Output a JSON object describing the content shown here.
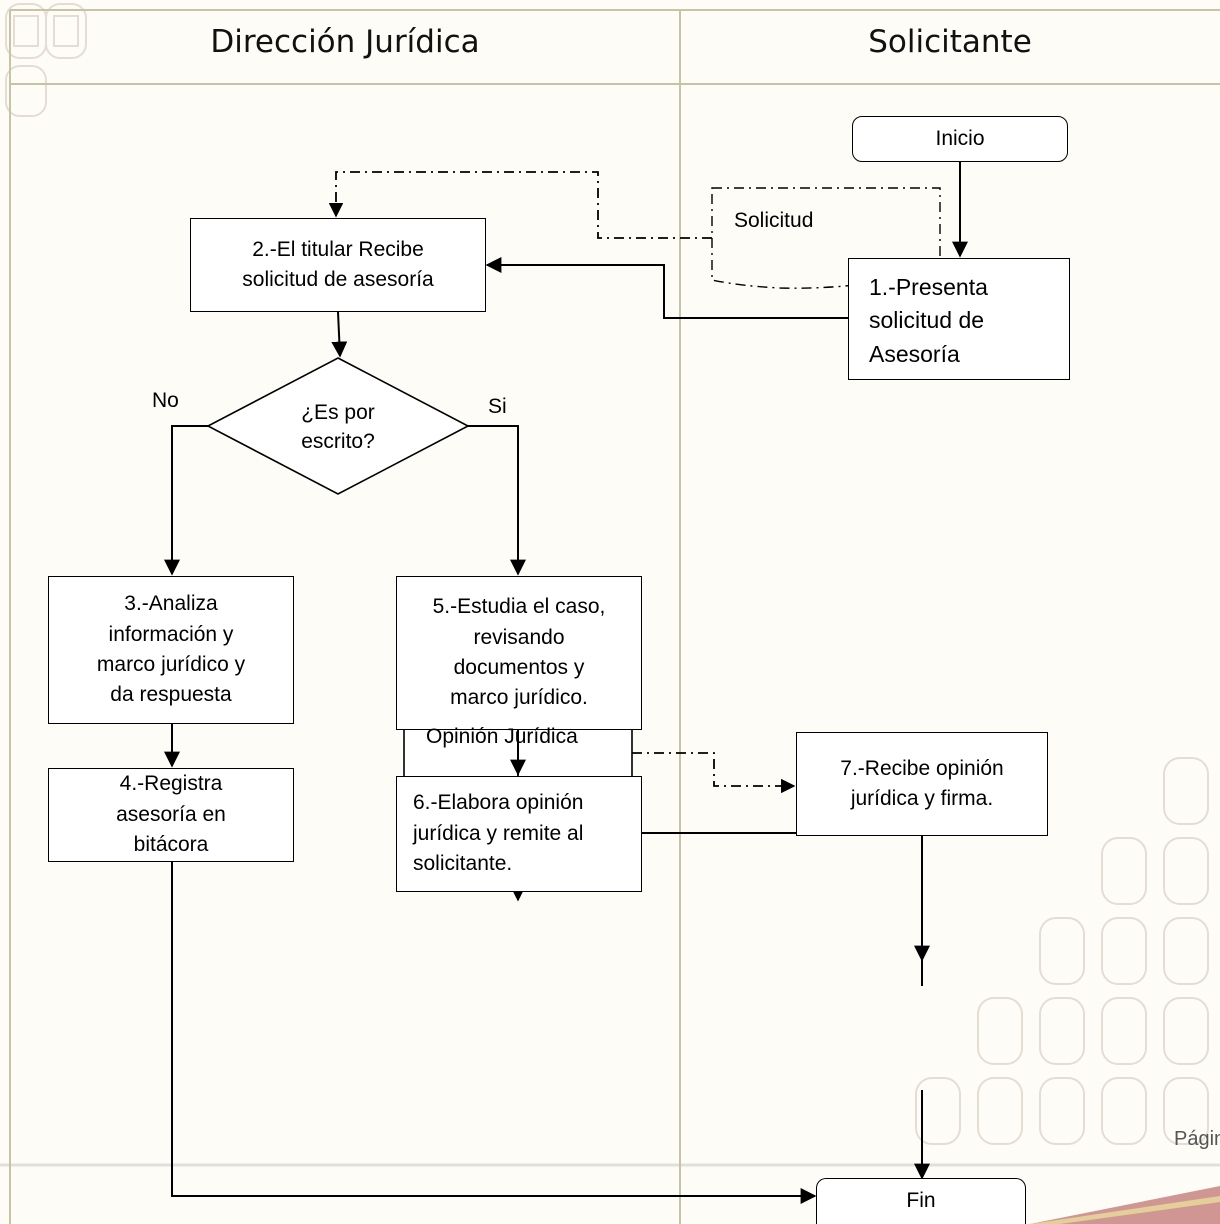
{
  "lanes": {
    "left_title": "Dirección Jurídica",
    "right_title": "Solicitante"
  },
  "nodes": {
    "inicio": "Inicio",
    "step1": "1.-Presenta\nsolicitud        de\nAsesoría",
    "solicitud_doc": "Solicitud",
    "step2": "2.-El titular Recibe\nsolicitud de asesoría",
    "decision": "¿Es por\nescrito?",
    "label_no": "No",
    "label_si": "Si",
    "step3": "3.-Analiza\ninformación y\nmarco jurídico y\nda respuesta",
    "step4": "4.-Registra\nasesoría en\nbitácora",
    "step5": "5.-Estudia el caso,\nrevisando\ndocumentos y\nmarco jurídico.",
    "step6": "6.-Elabora  opinión\njurídica y remite al\nsolicitante.",
    "opinion_doc": "Opinión Jurídica",
    "step7": "7.-Recibe opinión\njurídica y firma.",
    "fin": "Fin"
  },
  "footer": {
    "page_label": "Página"
  },
  "colors": {
    "line": "#000000",
    "lane_border": "#c9c3a6",
    "watermark": "#c9b8ab",
    "ribbon_red": "#9b1b1b",
    "ribbon_gold": "#c79a2d"
  }
}
